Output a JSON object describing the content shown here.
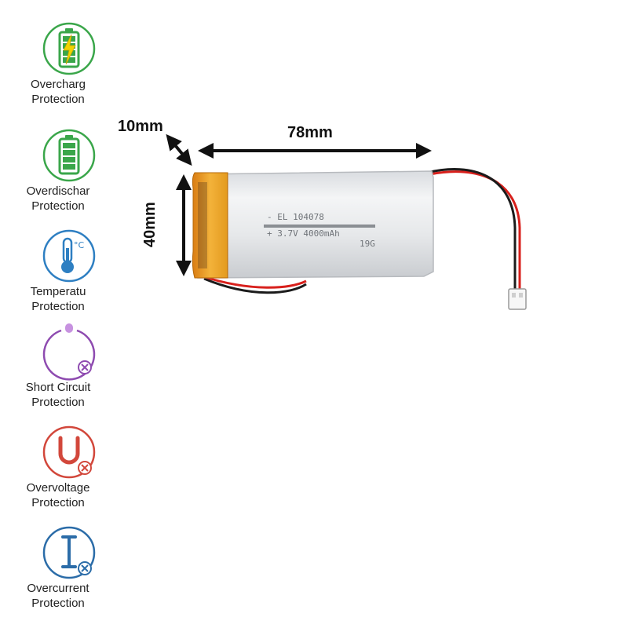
{
  "features": [
    {
      "line1": "Overcharg",
      "line2": "Protection",
      "icon": "battery-charging-icon",
      "color": "#3aa64a"
    },
    {
      "line1": "Overdischar",
      "line2": "Protection",
      "icon": "battery-full-icon",
      "color": "#3aa64a"
    },
    {
      "line1": "Temperatu",
      "line2": "Protection",
      "icon": "thermometer-icon",
      "color": "#2e7fc2"
    },
    {
      "line1": "Short Circuit",
      "line2": "Protection",
      "icon": "short-circuit-icon",
      "color": "#8e4bb0"
    },
    {
      "line1": "Overvoltage",
      "line2": "Protection",
      "icon": "voltage-u-icon",
      "color": "#d2473b"
    },
    {
      "line1": "Overcurrent",
      "line2": "Protection",
      "icon": "current-i-icon",
      "color": "#2b6ca8"
    }
  ],
  "dimensions": {
    "thickness": "10mm",
    "length": "78mm",
    "width": "40mm"
  },
  "battery_label": {
    "line1": "- EL   104078",
    "line2": "+ 3.7V 4000mAh",
    "line3": "19G"
  }
}
